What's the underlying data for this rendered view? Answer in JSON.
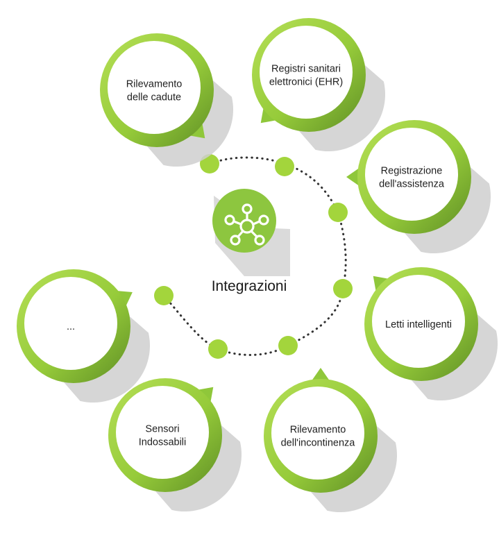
{
  "center": {
    "title": "Integrazioni",
    "icon": "network-hub-icon"
  },
  "nodes": [
    {
      "id": "fall-detection",
      "label_lines": [
        "Rilevamento",
        "delle cadute"
      ]
    },
    {
      "id": "ehr",
      "label_lines": [
        "Registri sanitari",
        "elettronici (EHR)"
      ]
    },
    {
      "id": "care-recording",
      "label_lines": [
        "Registrazione",
        "dell'assistenza"
      ]
    },
    {
      "id": "smart-beds",
      "label_lines": [
        "Letti intelligenti"
      ]
    },
    {
      "id": "incontinence",
      "label_lines": [
        "Rilevamento",
        "dell'incontinenza"
      ]
    },
    {
      "id": "wearables",
      "label_lines": [
        "Sensori",
        "Indossabili"
      ]
    },
    {
      "id": "more",
      "label_lines": [
        "..."
      ]
    }
  ],
  "colors": {
    "ring_light": "#9bd138",
    "ring_dark": "#6fa22c",
    "dot": "#a3d53c",
    "shadow": "#cfcfcf",
    "dotted_line": "#333333",
    "icon_bg": "#8dc63f",
    "text": "#1f1f1f"
  }
}
